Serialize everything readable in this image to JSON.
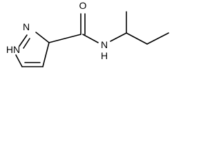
{
  "structure": {
    "atom_labels": {
      "n_ring": "N",
      "nh_ring": "HN",
      "oxygen": "O",
      "amide_n": "N",
      "amide_h": "H"
    }
  },
  "colors": {
    "background": "#ffffff",
    "ink": "#000000"
  }
}
